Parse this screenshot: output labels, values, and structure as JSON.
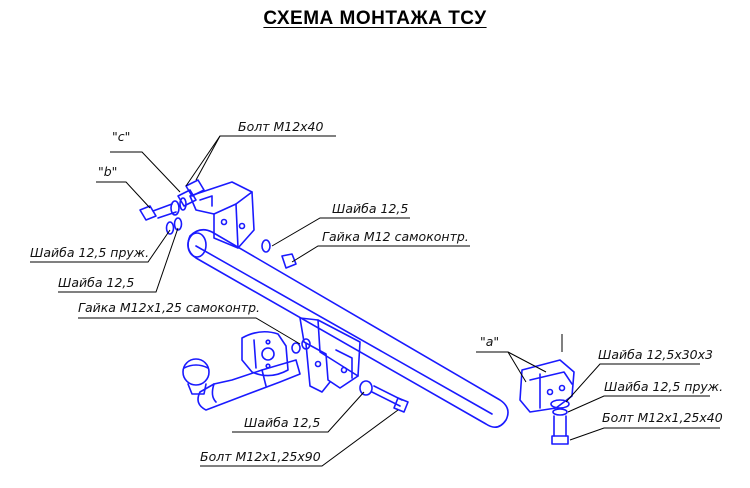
{
  "title": "СХЕМА МОНТАЖА ТСУ",
  "labels": {
    "c": "\"c\"",
    "b": "\"b\"",
    "a": "\"a\"",
    "bolt_m12x40": "Болт М12х40",
    "washer_12_5": "Шайба 12,5",
    "nut_m12": "Гайка М12 самоконтр.",
    "washer_12_5_spring_left": "Шайба 12,5 пруж.",
    "washer_12_5_left": "Шайба 12,5",
    "nut_m12x1_25": "Гайка М12х1,25 самоконтр.",
    "washer_12_5_bottom": "Шайба 12,5",
    "bolt_m12x1_25x90": "Болт М12х1,25х90",
    "washer_12_5x30x3": "Шайба 12,5х30х3",
    "washer_12_5_spring_right": "Шайба 12,5 пруж.",
    "bolt_m12x1_25x40": "Болт М12х1,25х40"
  },
  "colors": {
    "part": "#1a1aff",
    "leader": "#000000"
  }
}
